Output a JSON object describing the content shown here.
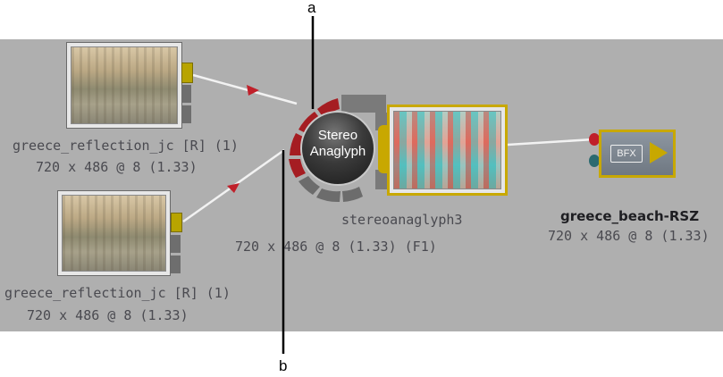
{
  "callouts": {
    "a": "a",
    "b": "b"
  },
  "nodes": {
    "input_top": {
      "name": "greece_reflection_jc [R] (1)",
      "res": "720 x 486 @ 8 (1.33)"
    },
    "input_bottom": {
      "name": "greece_reflection_jc [R] (1)",
      "res": "720 x 486 @ 8 (1.33)"
    },
    "stereo": {
      "button_line1": "Stereo",
      "button_line2": "Anaglyph",
      "name": "stereoanaglyph3",
      "res": "720 x 486 @ 8 (1.33) (F1)"
    },
    "output": {
      "badge": "BFX",
      "name": "greece_beach-RSZ",
      "res": "720 x 486 @ 8 (1.33)"
    }
  },
  "colors": {
    "canvas": "#afafaf",
    "wire": "#f2f2f2",
    "arrow": "#c0202a",
    "selection": "#c8a800",
    "ring": "#a51d22"
  }
}
